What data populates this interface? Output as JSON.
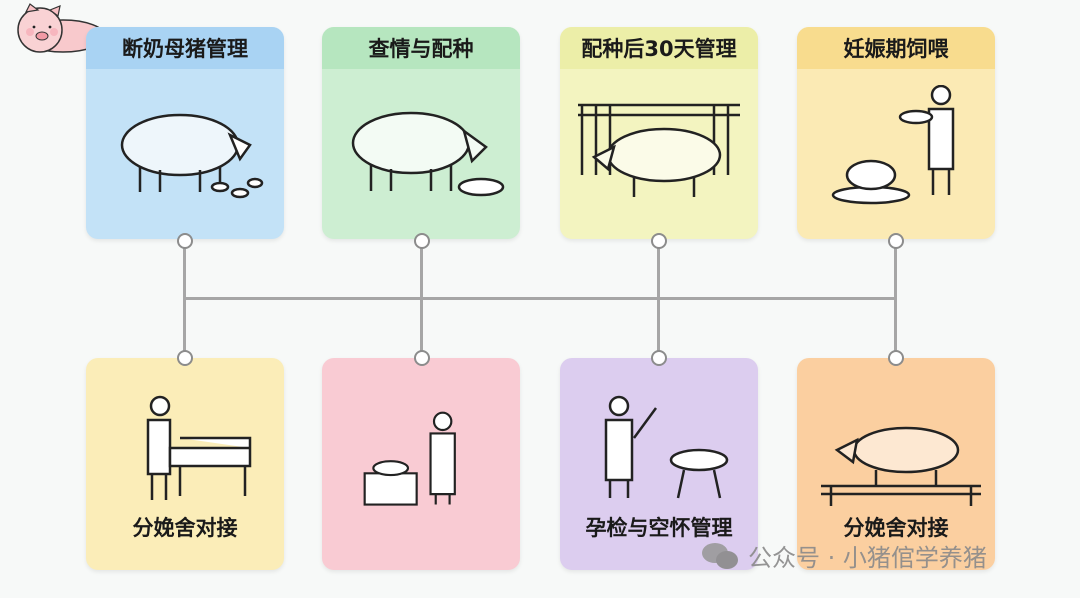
{
  "top_cards": [
    {
      "title": "断奶母猪管理",
      "color": "#c3e2f7",
      "header_color": "#a9d3f3",
      "illustration": "pig-with-feed-icon"
    },
    {
      "title": "查情与配种",
      "color": "#cdeed2",
      "header_color": "#b6e6bf",
      "illustration": "pig-eating-icon"
    },
    {
      "title": "配种后30天管理",
      "color": "#f3f4c0",
      "header_color": "#eceea8",
      "illustration": "pig-in-pen-icon"
    },
    {
      "title": "妊娠期饲喂",
      "color": "#fbeab4",
      "header_color": "#f8dc8e",
      "illustration": "worker-feeding-pig-icon"
    }
  ],
  "bottom_cards": [
    {
      "title": "分娩舍对接",
      "color": "#fbedb8",
      "illustration": "worker-at-crate-icon"
    },
    {
      "title": "",
      "color": "#f9cbd3",
      "illustration": "worker-with-box-icon"
    },
    {
      "title": "孕检与空怀管理",
      "color": "#dccdef",
      "illustration": "worker-with-feed-bowl-icon"
    },
    {
      "title": "分娩舍对接",
      "color": "#fbcfa0",
      "illustration": "pig-on-slatted-floor-icon"
    }
  ],
  "watermark": "公众号 · 小猪倌学养猪",
  "logo": "cartoon-pig-logo"
}
